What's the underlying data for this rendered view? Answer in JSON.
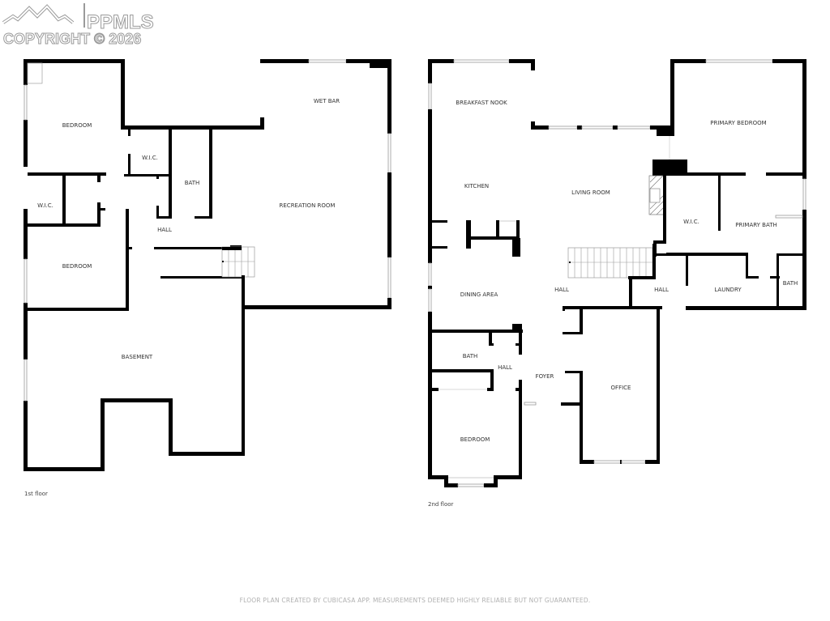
{
  "watermark": {
    "brand": "PPMLS",
    "copyright": "COPYRIGHT © 2026",
    "icon": "mountain-logo-icon"
  },
  "floors": [
    {
      "label": "1st floor",
      "rooms": [
        {
          "name": "BEDROOM"
        },
        {
          "name": "W.I.C."
        },
        {
          "name": "BATH"
        },
        {
          "name": "W.I.C."
        },
        {
          "name": "HALL"
        },
        {
          "name": "BEDROOM"
        },
        {
          "name": "WET BAR"
        },
        {
          "name": "RECREATION ROOM"
        },
        {
          "name": "BASEMENT"
        }
      ]
    },
    {
      "label": "2nd floor",
      "rooms": [
        {
          "name": "BREAKFAST NOOK"
        },
        {
          "name": "KITCHEN"
        },
        {
          "name": "LIVING ROOM"
        },
        {
          "name": "PRIMARY BEDROOM"
        },
        {
          "name": "W.I.C."
        },
        {
          "name": "PRIMARY BATH"
        },
        {
          "name": "DINING AREA"
        },
        {
          "name": "HALL"
        },
        {
          "name": "HALL"
        },
        {
          "name": "LAUNDRY"
        },
        {
          "name": "BATH"
        },
        {
          "name": "BATH"
        },
        {
          "name": "HALL"
        },
        {
          "name": "FOYER"
        },
        {
          "name": "OFFICE"
        },
        {
          "name": "BEDROOM"
        }
      ]
    }
  ],
  "footer": {
    "disclaimer": "FLOOR PLAN CREATED BY CUBICASA APP. MEASUREMENTS DEEMED HIGHLY RELIABLE BUT NOT GUARANTEED."
  },
  "colors": {
    "wall": "#000000",
    "window": "#9a9a9a",
    "text": "#333333",
    "footer_text": "#b0b0b0"
  }
}
